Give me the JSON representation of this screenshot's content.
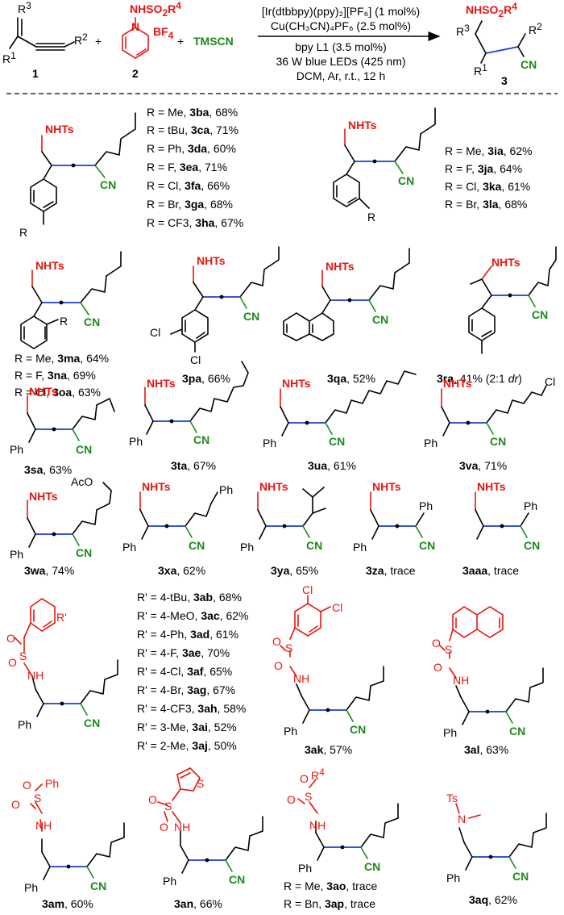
{
  "reaction": {
    "r3": "R",
    "r3_sup": "3",
    "r1": "R",
    "r1_sup": "1",
    "r2": "R",
    "r2_sup": "2",
    "cmpd1": "1",
    "plus": "+",
    "reagent2_top": "NHSO",
    "reagent2_sub": "2",
    "reagent2_r": "R",
    "reagent2_r_sup": "4",
    "reagent2_bf": "BF",
    "reagent2_bf_sub": "4",
    "nplus": "N",
    "cmpd2": "2",
    "tmscn": "TMSCN",
    "cond1": "[Ir(dtbbpy)(ppy)₂][PF₆] (1 mol%)",
    "cond2": "Cu(CH₃CN)₄PF₆ (2.5 mol%)",
    "cond3": "bpy L1 (3.5 mol%)",
    "cond4": "36 W blue LEDs (425 nm)",
    "cond5": "DCM, Ar, r.t., 12 h",
    "product_top": "NHSO",
    "product_sub": "2",
    "product_r4": "R",
    "product_r4_sup": "4",
    "product_r3": "R",
    "product_r3_sup": "3",
    "product_r2": "R",
    "product_r2_sup": "2",
    "product_r1": "R",
    "product_r1_sup": "1",
    "product_cn": "CN",
    "cmpd3": "3"
  },
  "labels": {
    "nhts": "NHTs",
    "cn": "CN",
    "ph": "Ph",
    "cl": "Cl",
    "r": "R",
    "aco": "AcO",
    "nh": "NH",
    "s": "S",
    "o": "O",
    "ts": "Ts",
    "n": "N",
    "r4": "R",
    "r4_sup": "4",
    "rp": "R'"
  },
  "series_b": [
    {
      "sub": "R = Me, ",
      "cmpd": "3ba",
      "yield": ", 68%"
    },
    {
      "sub": "R = tBu, ",
      "cmpd": "3ca",
      "yield": ", 71%"
    },
    {
      "sub": "R = Ph, ",
      "cmpd": "3da",
      "yield": ", 60%"
    },
    {
      "sub": "R = F, ",
      "cmpd": "3ea",
      "yield": ", 71%"
    },
    {
      "sub": "R = Cl, ",
      "cmpd": "3fa",
      "yield": ", 66%"
    },
    {
      "sub": "R = Br, ",
      "cmpd": "3ga",
      "yield": ", 68%"
    },
    {
      "sub": "R = CF3, ",
      "cmpd": "3ha",
      "yield": ", 67%"
    }
  ],
  "series_i": [
    {
      "sub": "R = Me, ",
      "cmpd": "3ia",
      "yield": ", 62%"
    },
    {
      "sub": "R = F, ",
      "cmpd": "3ja",
      "yield": ", 64%"
    },
    {
      "sub": "R = Cl, ",
      "cmpd": "3ka",
      "yield": ", 61%"
    },
    {
      "sub": "R = Br, ",
      "cmpd": "3la",
      "yield": ", 68%"
    }
  ],
  "series_m": [
    {
      "sub": "R = Me, ",
      "cmpd": "3ma",
      "yield": ", 64%"
    },
    {
      "sub": "R = F, ",
      "cmpd": "3na",
      "yield": ", 69%"
    },
    {
      "sub": "R = Cl, ",
      "cmpd": "3oa",
      "yield": ", 63%"
    }
  ],
  "singles": {
    "pa": {
      "cmpd": "3pa",
      "yield": ", 66%"
    },
    "qa": {
      "cmpd": "3qa",
      "yield": ", 52%"
    },
    "ra": {
      "cmpd": "3ra",
      "yield": ", 41% (2:1 ",
      "dr": "dr",
      "close": ")"
    },
    "sa": {
      "cmpd": "3sa",
      "yield": ", 63%"
    },
    "ta": {
      "cmpd": "3ta",
      "yield": ", 67%"
    },
    "ua": {
      "cmpd": "3ua",
      "yield": ", 61%"
    },
    "va": {
      "cmpd": "3va",
      "yield": ", 71%"
    },
    "wa": {
      "cmpd": "3wa",
      "yield": ", 74%"
    },
    "xa": {
      "cmpd": "3xa",
      "yield": ", 62%"
    },
    "ya": {
      "cmpd": "3ya",
      "yield": ", 65%"
    },
    "za": {
      "cmpd": "3za",
      "yield": ", trace"
    },
    "aaa": {
      "cmpd": "3aaa",
      "yield": ", trace"
    },
    "ak": {
      "cmpd": "3ak",
      "yield": ", 57%"
    },
    "al": {
      "cmpd": "3al",
      "yield": ", 63%"
    },
    "am": {
      "cmpd": "3am",
      "yield": ", 60%"
    },
    "an": {
      "cmpd": "3an",
      "yield": ", 66%"
    },
    "aq": {
      "cmpd": "3aq",
      "yield": ", 62%"
    }
  },
  "series_ab": [
    {
      "sub": "R' = 4-tBu, ",
      "cmpd": "3ab",
      "yield": ", 68%"
    },
    {
      "sub": "R' = 4-MeO, ",
      "cmpd": "3ac",
      "yield": ", 62%"
    },
    {
      "sub": "R' = 4-Ph, ",
      "cmpd": "3ad",
      "yield": ", 61%"
    },
    {
      "sub": "R' = 4-F, ",
      "cmpd": "3ae",
      "yield": ", 70%"
    },
    {
      "sub": "R' = 4-Cl, ",
      "cmpd": "3af",
      "yield": ", 65%"
    },
    {
      "sub": "R' = 4-Br, ",
      "cmpd": "3ag",
      "yield": ", 67%"
    },
    {
      "sub": "R' = 4-CF3, ",
      "cmpd": "3ah",
      "yield": ", 58%"
    },
    {
      "sub": "R' = 3-Me, ",
      "cmpd": "3ai",
      "yield": ", 52%"
    },
    {
      "sub": "R' = 2-Me, ",
      "cmpd": "3aj",
      "yield": ", 50%"
    }
  ],
  "series_ao": [
    {
      "sub": "R = Me, ",
      "cmpd": "3ao",
      "yield": ", trace"
    },
    {
      "sub": "R = Bn, ",
      "cmpd": "3ap",
      "yield": ", trace"
    }
  ]
}
